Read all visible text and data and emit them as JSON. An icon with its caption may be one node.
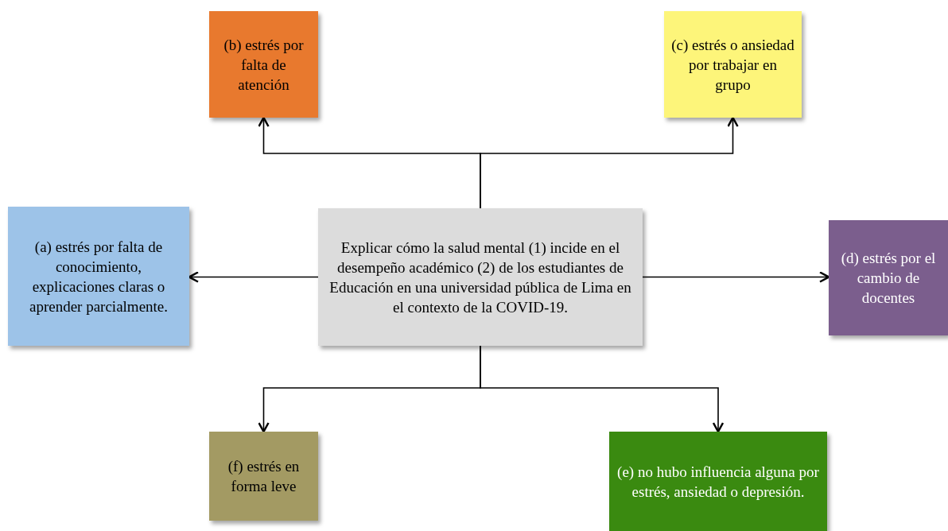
{
  "diagram": {
    "nodes": [
      {
        "text": [
          "(b) estrés por falta de atención"
        ]
      },
      {
        "text": [
          "(c) estrés o ansiedad por trabajar en grupo"
        ]
      },
      {
        "text": [
          "(a) estrés por falta de conocimiento, explicaciones claras o aprender parcialmente."
        ]
      },
      {
        "text": [
          "Explicar cómo la salud mental  (1) incide en el desempeño académico (2) de los estudiantes de Educación en una universidad pública de Lima en el contexto de la COVID-19."
        ]
      },
      {
        "text": [
          "(d) estrés por el cambio de docentes"
        ]
      },
      {
        "text": [
          "(f) estrés en forma leve"
        ]
      },
      {
        "text": [
          "(e) no hubo influencia alguna por estrés, ansiedad o depresión."
        ]
      }
    ],
    "edges": [
      {
        "from": 3,
        "to": 0,
        "arrow": "to"
      },
      {
        "from": 3,
        "to": 1,
        "arrow": "to"
      },
      {
        "from": 3,
        "to": 2,
        "arrow": "to"
      },
      {
        "from": 3,
        "to": 4,
        "arrow": "to"
      },
      {
        "from": 3,
        "to": 5,
        "arrow": "to"
      },
      {
        "from": 3,
        "to": 6,
        "arrow": "to"
      }
    ]
  }
}
